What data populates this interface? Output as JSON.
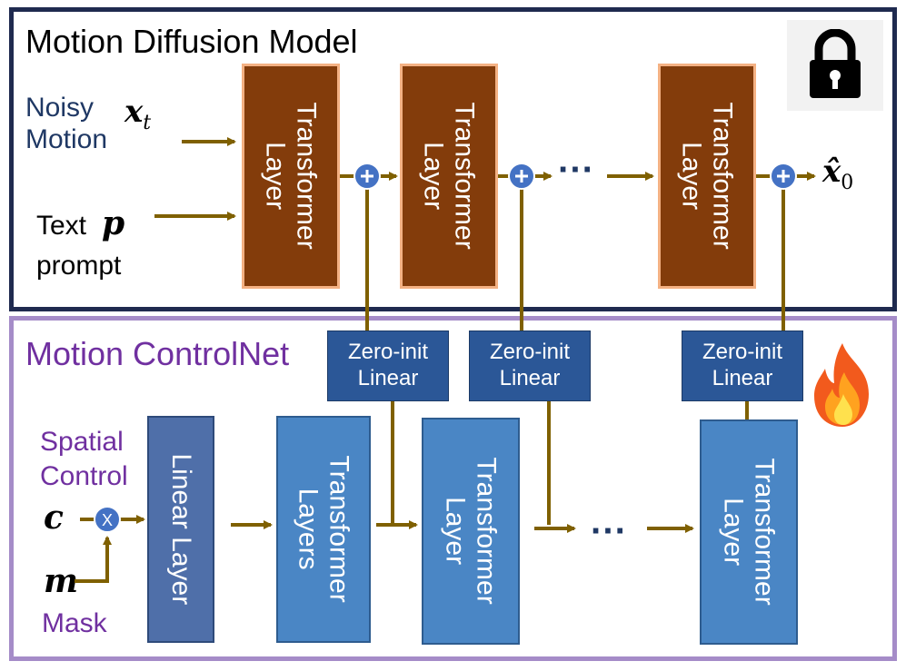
{
  "top_panel": {
    "title": "Motion Diffusion Model",
    "noisy_motion_label": "Noisy\nMotion",
    "xt_symbol": "xt",
    "text_label": "Text",
    "p_symbol": "p",
    "prompt_label": "prompt",
    "transformer_block_label": "Transformer\nLayer",
    "ellipsis": "···",
    "output_symbol": "x̂0",
    "lock_icon": "lock-icon"
  },
  "bottom_panel": {
    "title": "Motion ControlNet",
    "spatial_control_label": "Spatial\nControl",
    "c_symbol": "c",
    "m_symbol": "m",
    "mask_label": "Mask",
    "multiply_symbol": "X",
    "linear_layer_label": "Linear Layer",
    "transformer_layers_label": "Transformer\nLayers",
    "transformer_layer_label": "Transformer\nLayer",
    "zero_init_label": "Zero-init\nLinear",
    "ellipsis": "···",
    "fire_icon": "fire-icon"
  },
  "colors": {
    "top_border": "#1f2a4f",
    "bottom_border": "#a58cc8",
    "frozen_block": "#833c0b",
    "trainable_block": "#4a86c5",
    "zero_init_block": "#2b5797",
    "arrow": "#7f6000",
    "title_purple": "#7030a0",
    "label_navy": "#1f3864"
  }
}
